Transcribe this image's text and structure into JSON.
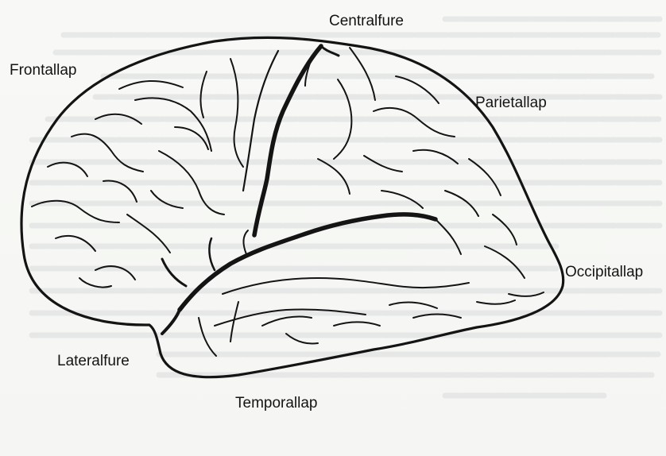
{
  "labels": {
    "central_sulcus": "Centralfure",
    "frontal_lobe": "Frontallap",
    "parietal_lobe": "Parietallap",
    "occipital_lobe": "Occipitallap",
    "lateral_sulcus": "Lateralfure",
    "temporal_lobe": "Temporallap"
  },
  "colors": {
    "ink": "#141414",
    "paper": "#f7f8f6",
    "bleed_through": "#c9ccd0"
  }
}
